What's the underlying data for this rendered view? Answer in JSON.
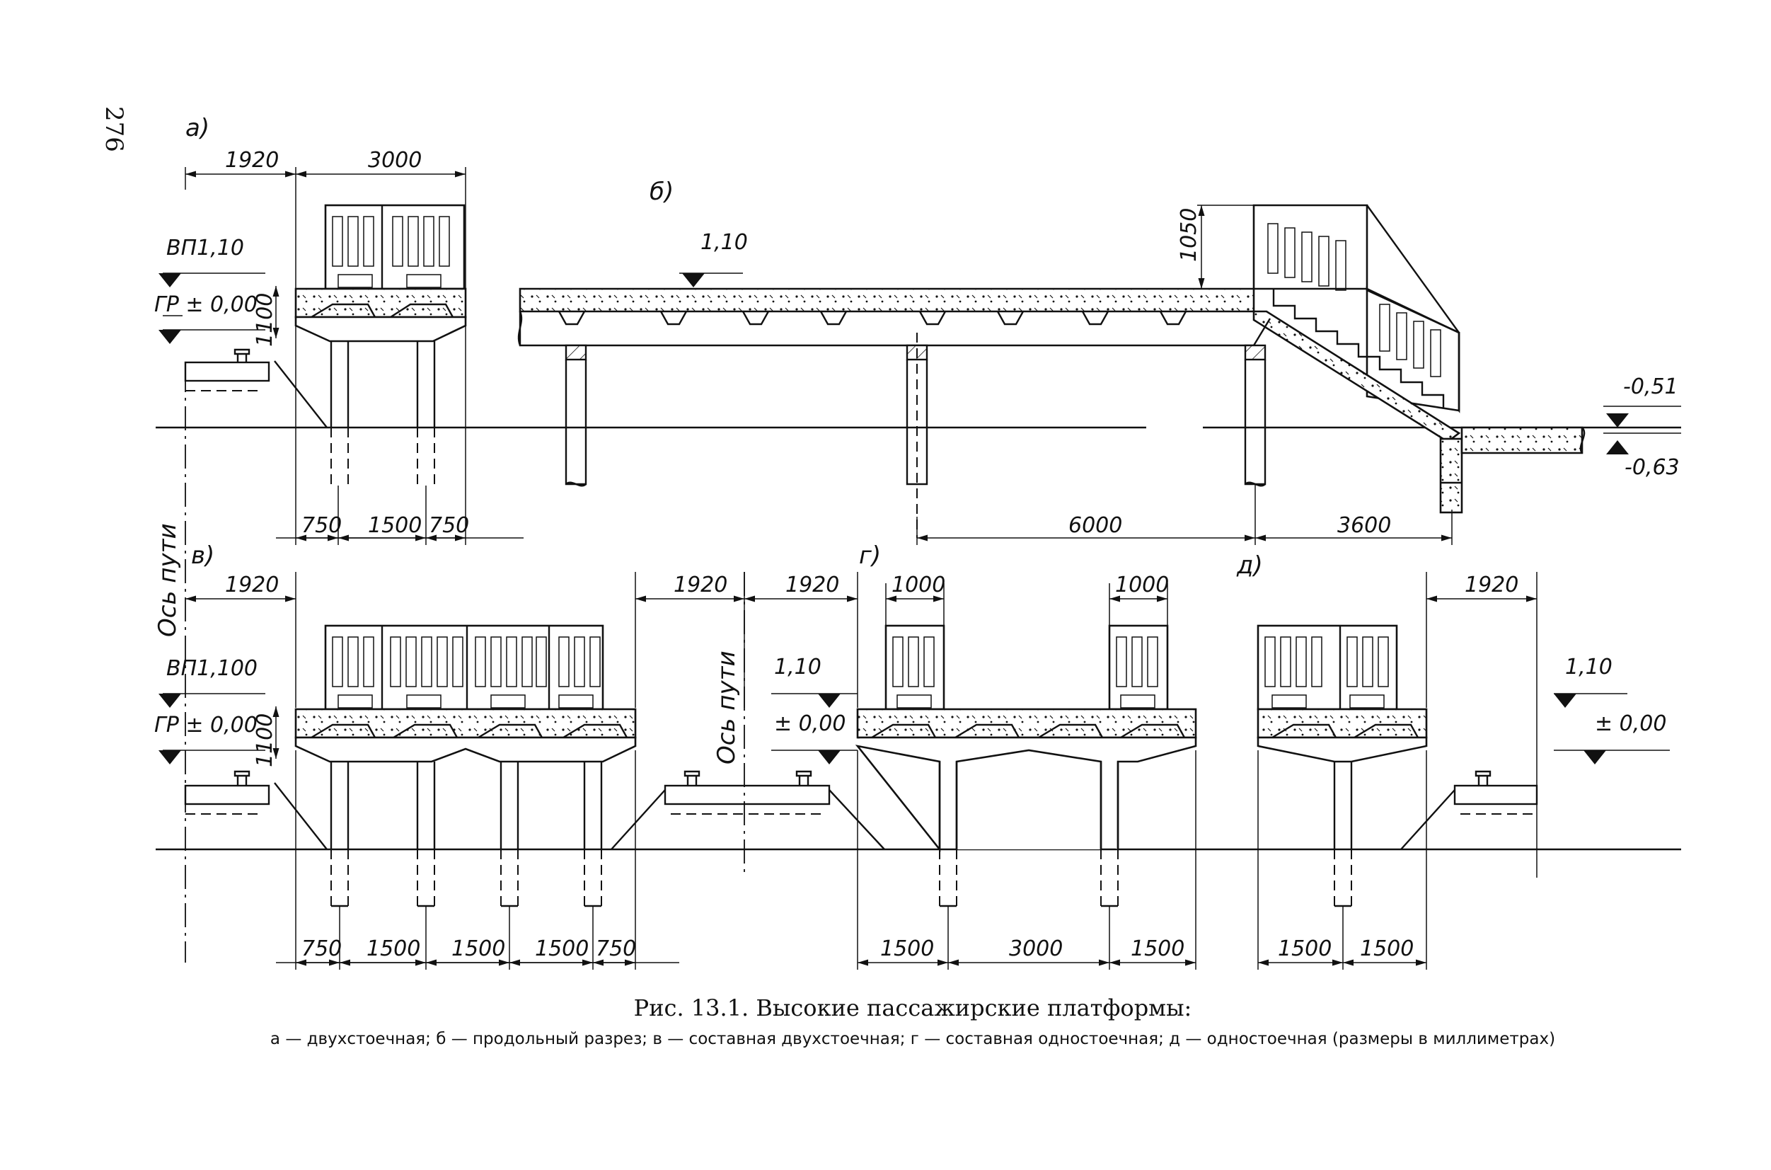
{
  "page_number": "276",
  "caption": {
    "title": "Рис. 13.1. Высокие пассажирские платформы:",
    "legend": "а — двухстоечная; б — продольный разрез; в — составная двухстоечная; г — составная одностоечная; д — одностоечная (размеры в миллиметрах)"
  },
  "panels": {
    "a": {
      "label": "а)",
      "dims": [
        "1920",
        "3000",
        "1100",
        "750",
        "1500",
        "750"
      ],
      "levels": [
        "ВП1,10",
        "ГР ± 0,00"
      ]
    },
    "b": {
      "label": "б)",
      "dims": [
        "1050",
        "6000",
        "3600"
      ],
      "levels": [
        "1,10",
        "-0,51",
        "-0,63"
      ]
    },
    "v": {
      "label": "в)",
      "dims": [
        "1920",
        "1920",
        "1100",
        "750",
        "1500",
        "1500",
        "1500",
        "750"
      ],
      "levels": [
        "ВП1,100",
        "ГР ± 0,00"
      ],
      "track_axis": "Ось пути"
    },
    "g": {
      "label": "г)",
      "dims": [
        "1920",
        "1000",
        "1000",
        "1500",
        "3000",
        "1500"
      ],
      "levels": [
        "1,10",
        "± 0,00"
      ],
      "track_axis": "Ось пути"
    },
    "d": {
      "label": "д)",
      "dims": [
        "1920",
        "1500",
        "1500"
      ],
      "levels": [
        "1,10",
        "± 0,00"
      ]
    }
  }
}
